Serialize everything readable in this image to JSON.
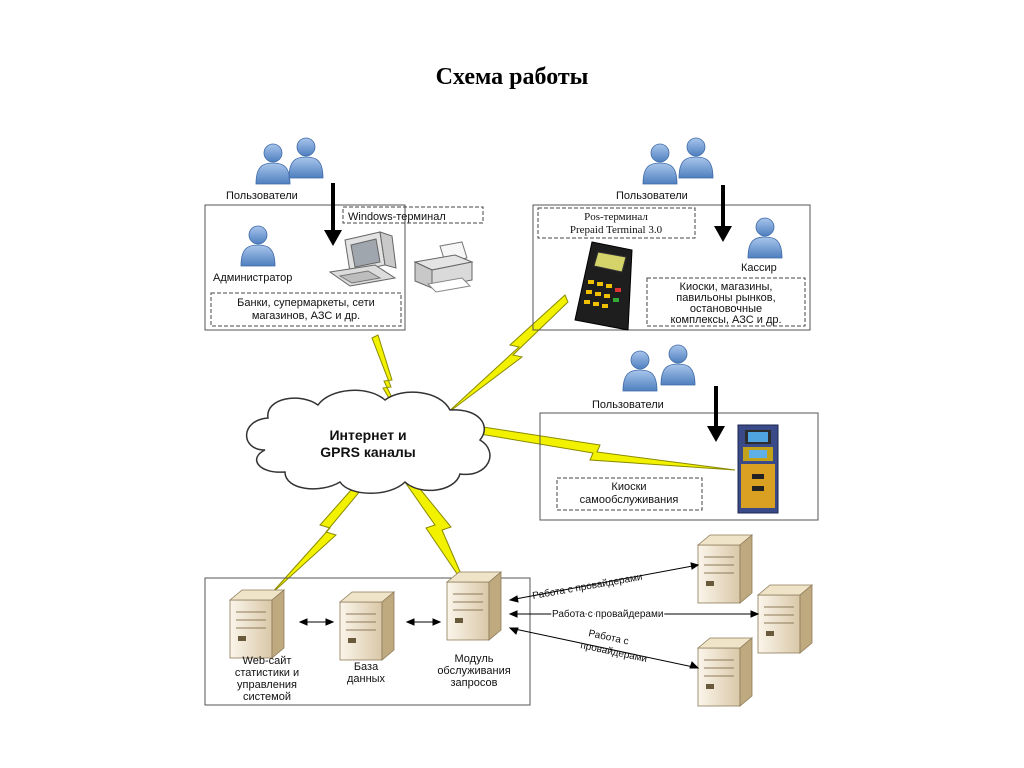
{
  "title": "Схема работы",
  "cloud": {
    "line1": "Интернет и",
    "line2": "GPRS каналы"
  },
  "top_left": {
    "users_label": "Пользователи",
    "terminal_label": "Windows-терминал",
    "admin_label": "Администратор",
    "note_line1": "Банки, супермаркеты, сети",
    "note_line2": "магазинов, АЗС  и др."
  },
  "top_right": {
    "users_label": "Пользователи",
    "terminal_line1": "Pos-терминал",
    "terminal_line2": "Prepaid Terminal 3.0",
    "cashier_label": "Кассир",
    "note_lines": [
      "Киоски, магазины,",
      "павильоны рынков,",
      "остановочные",
      "комплексы, АЗС и др."
    ]
  },
  "middle_right": {
    "users_label": "Пользователи",
    "note_line1": "Киоски",
    "note_line2": "самообслуживания"
  },
  "bottom": {
    "website_lines": [
      "Web-сайт",
      "статистики и",
      "управления",
      "системой"
    ],
    "db_lines": [
      "База",
      "данных"
    ],
    "module_lines": [
      "Модуль",
      "обслуживания",
      "запросов"
    ],
    "provider_1": "Работа с провайдерами",
    "provider_2": "Работа с провайдерами",
    "provider_3_line1": "Работа с",
    "provider_3_line2": "провайдерами"
  },
  "colors": {
    "person": "#6f98cf",
    "person_dark": "#3f6aa6",
    "lightning": "#f2f200",
    "server": "#f3e8d4"
  }
}
